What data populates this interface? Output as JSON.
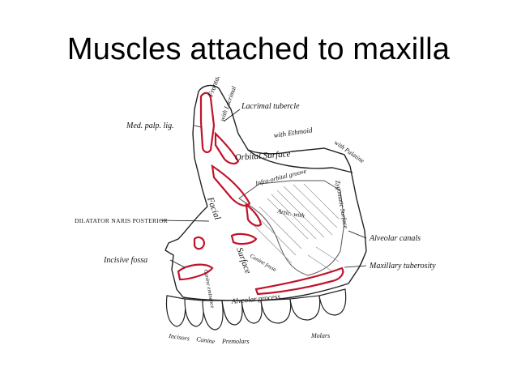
{
  "slide": {
    "title": "Muscles attached to maxilla"
  },
  "figure": {
    "labels": {
      "frontal_process": "Frontal process",
      "lacrimal_tubercle": "Lacrimal tubercle",
      "with_lacrimal": "with Lacrimal",
      "med_palp_lig": "Med. palp. lig.",
      "with_ethmoid": "with Ethmoid",
      "with_palatine": "with Palatine",
      "orbital_surface": "Orbital Surface",
      "infraorbital_groove": "Infra-orbital groove",
      "facial_surface_upper": "Facial",
      "facial_surface_lower": "Surface",
      "dilatator_naris_posterior": "DILATATOR NARIS POSTERIOR",
      "artic_with_zygomatic": "Artic. with",
      "alveolar_canals": "Alveolar canals",
      "zygomatic_surface": "Zygomatic Surface",
      "incisive_fossa": "Incisive fossa",
      "canine_eminence": "Canine eminence",
      "canine_fossa": "Canine fossa",
      "maxillary_tuberosity": "Maxillary tuberosity",
      "alveolar_process": "Alveolar process",
      "incisors": "Incisors",
      "canine": "Canine",
      "premolars": "Premolars",
      "molars": "Molars"
    },
    "colors": {
      "muscle_outline": "#c0142a",
      "bone_line": "#222222",
      "label_text": "#111111"
    }
  }
}
